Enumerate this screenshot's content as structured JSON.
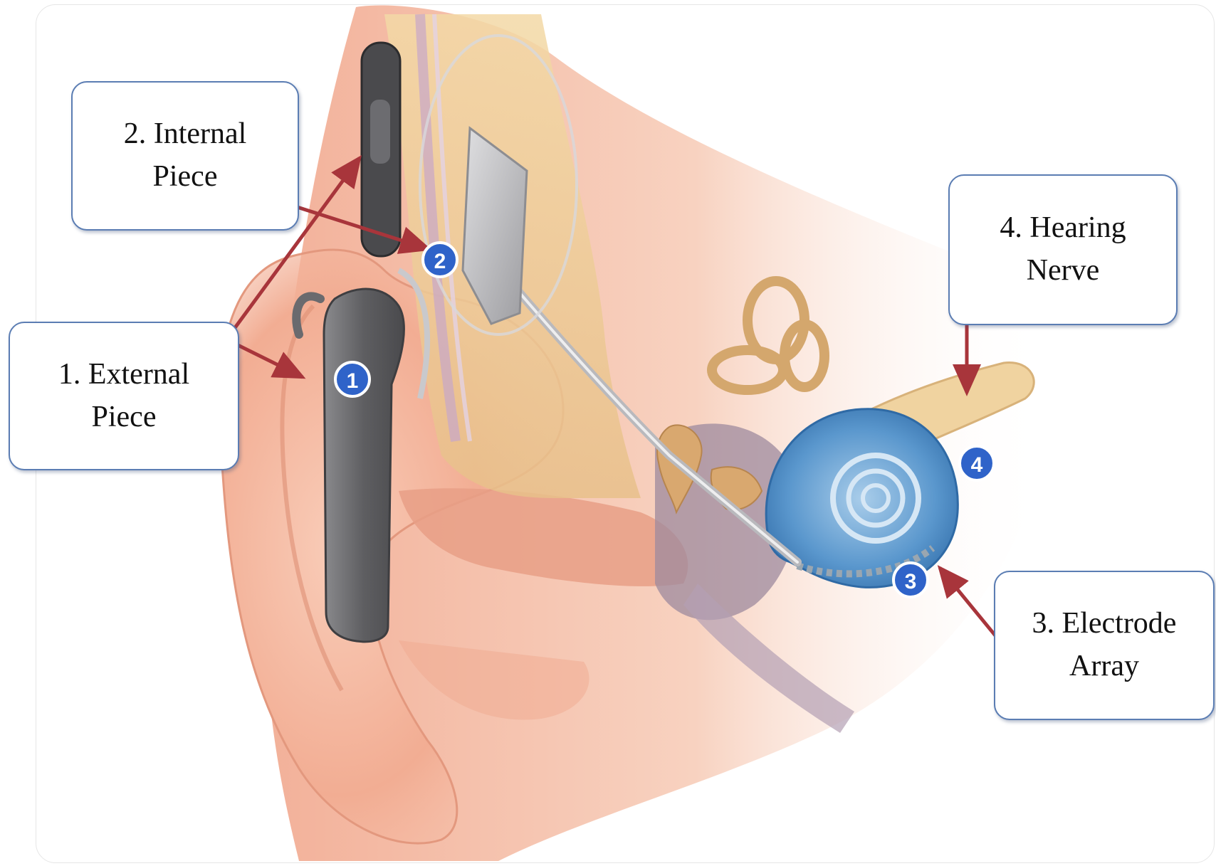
{
  "labels": [
    {
      "id": "external",
      "number": "1",
      "line1": "1. External",
      "line2": "Piece"
    },
    {
      "id": "internal",
      "number": "2",
      "line1": "2. Internal",
      "line2": "Piece"
    },
    {
      "id": "electrode",
      "number": "3",
      "line1": "3. Electrode",
      "line2": "Array"
    },
    {
      "id": "nerve",
      "number": "4",
      "line1": "4. Hearing",
      "line2": "Nerve"
    }
  ],
  "colors": {
    "arrow": "#a8353b",
    "badge": "#2f63c9",
    "box_border": "#5b7db3",
    "cochlea": "#4d8cc8",
    "skin": "#f2b59c",
    "bone": "#e8c98f",
    "device": "#6f6f72"
  }
}
